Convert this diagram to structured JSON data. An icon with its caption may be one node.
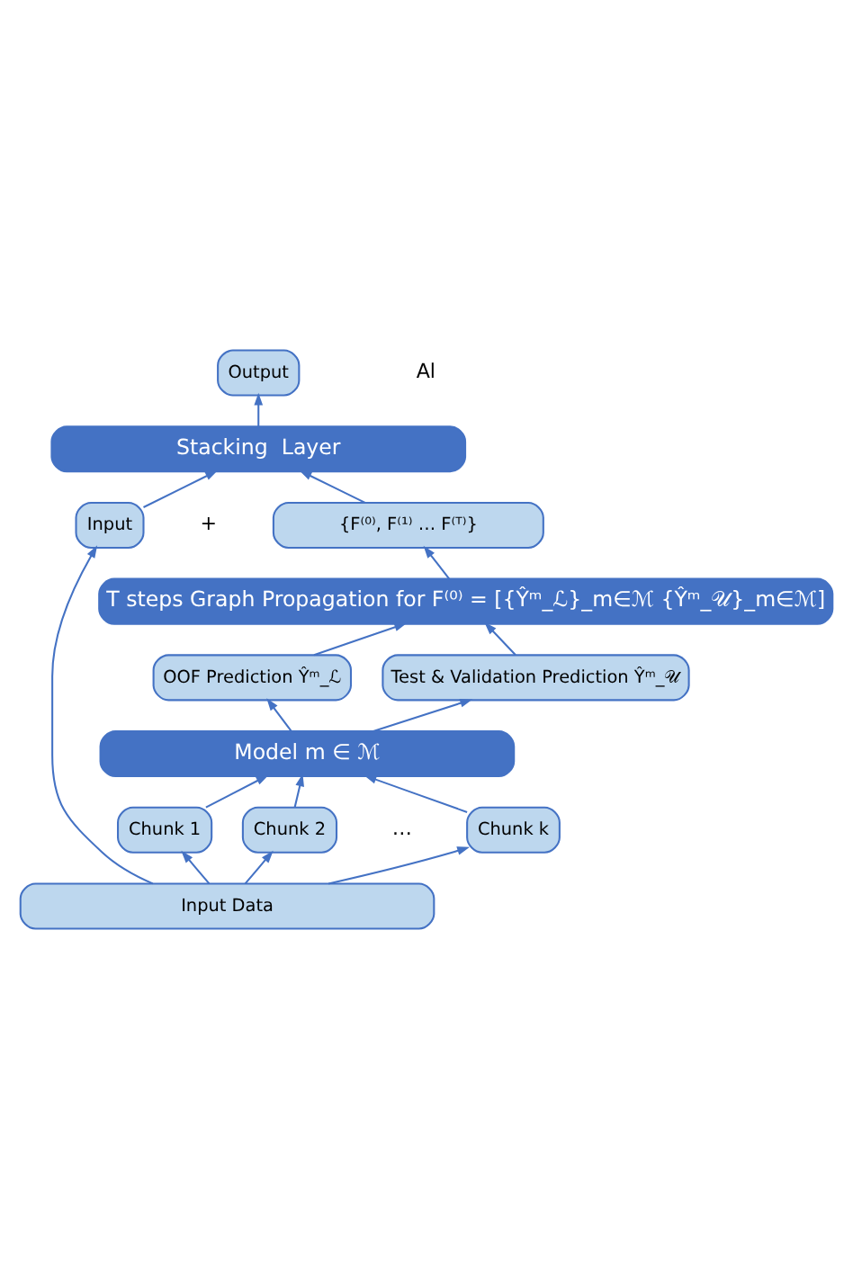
{
  "diagram": {
    "nodes": [
      {
        "text": [
          "Output"
        ]
      },
      {
        "text": [
          "Stacking  Layer"
        ]
      },
      {
        "text": [
          "Input"
        ]
      },
      {
        "text": [
          "{F⁽⁰⁾, F⁽¹⁾ … F⁽ᵀ⁾}"
        ]
      },
      {
        "text": [
          "T steps Graph Propagation for F⁽⁰⁾ = [{Ŷᵐ_ℒ}_m∈ℳ {Ŷᵐ_𝒰}_m∈ℳ]"
        ]
      },
      {
        "text": [
          "OOF Prediction Ŷᵐ_ℒ"
        ]
      },
      {
        "text": [
          "Test & Validation Prediction Ŷᵐ_𝒰"
        ]
      },
      {
        "text": [
          "Model m ∈ ℳ"
        ]
      },
      {
        "text": [
          "Chunk 1"
        ]
      },
      {
        "text": [
          "Chunk 2"
        ]
      },
      {
        "text": [
          "Chunk k"
        ]
      },
      {
        "text": [
          "Input Data"
        ]
      }
    ],
    "edges": [
      {
        "from": 11,
        "to": 2,
        "arrow": "to"
      },
      {
        "from": 11,
        "to": 8,
        "arrow": "to"
      },
      {
        "from": 11,
        "to": 9,
        "arrow": "to"
      },
      {
        "from": 11,
        "to": 10,
        "arrow": "to"
      },
      {
        "from": 8,
        "to": 7,
        "arrow": "to"
      },
      {
        "from": 9,
        "to": 7,
        "arrow": "to"
      },
      {
        "from": 10,
        "to": 7,
        "arrow": "to"
      },
      {
        "from": 7,
        "to": 5,
        "arrow": "to"
      },
      {
        "from": 7,
        "to": 6,
        "arrow": "to"
      },
      {
        "from": 5,
        "to": 4,
        "arrow": "to"
      },
      {
        "from": 6,
        "to": 4,
        "arrow": "to"
      },
      {
        "from": 4,
        "to": 3,
        "arrow": "to"
      },
      {
        "from": 2,
        "to": 1,
        "arrow": "to"
      },
      {
        "from": 3,
        "to": 1,
        "arrow": "to"
      },
      {
        "from": 1,
        "to": 0,
        "arrow": "to"
      }
    ],
    "labels": [
      "Al",
      "+",
      "…"
    ]
  }
}
